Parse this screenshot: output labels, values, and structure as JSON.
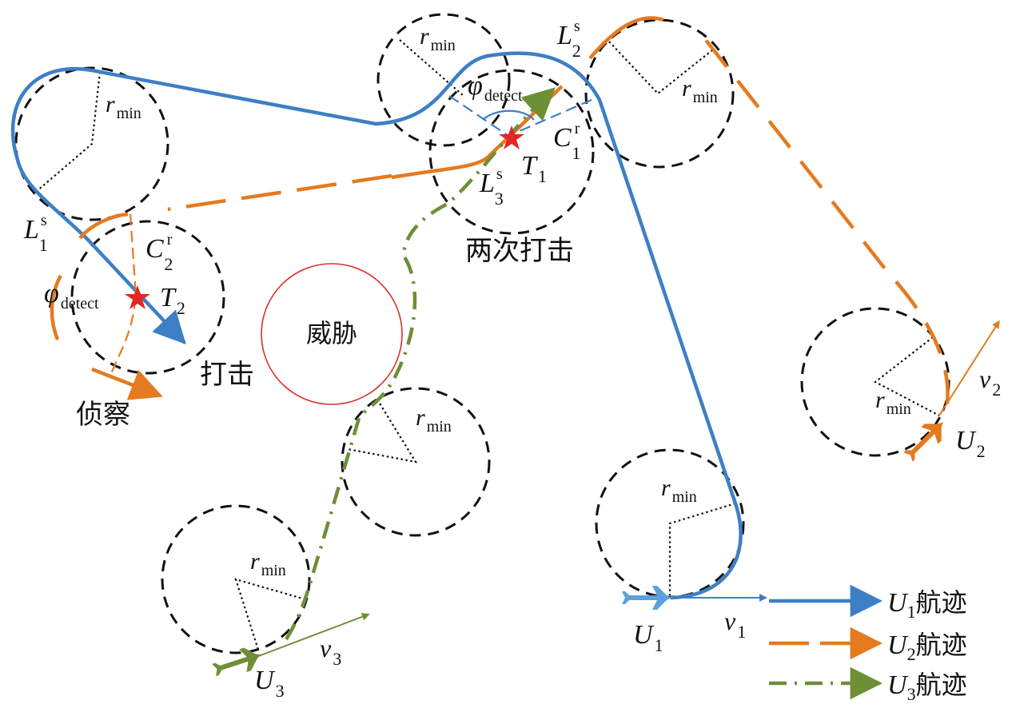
{
  "labels": {
    "threat": "威胁",
    "strike": "打击",
    "recon": "侦察",
    "double_strike": "两次打击",
    "r_main": "r",
    "r_sub": "min",
    "phi_main": "φ",
    "phi_sub": "detect",
    "L": "L",
    "C": "C",
    "T": "T",
    "U": "U",
    "v": "v",
    "sup_s": "s",
    "sup_r": "r",
    "n1": "1",
    "n2": "2",
    "n3": "3"
  },
  "legend": {
    "items": [
      {
        "u": "U",
        "sub": "1",
        "text": "航迹"
      },
      {
        "u": "U",
        "sub": "2",
        "text": "航迹"
      },
      {
        "u": "U",
        "sub": "3",
        "text": "航迹"
      }
    ]
  },
  "colors": {
    "u1": "#3d7fc5",
    "u2": "#e57a1f",
    "u3": "#6f8f37",
    "target": "#e32626",
    "threat": "#d9302a",
    "circle": "#111111"
  },
  "icons": {
    "aircraft": "aircraft-icon",
    "target": "star-target-icon"
  }
}
